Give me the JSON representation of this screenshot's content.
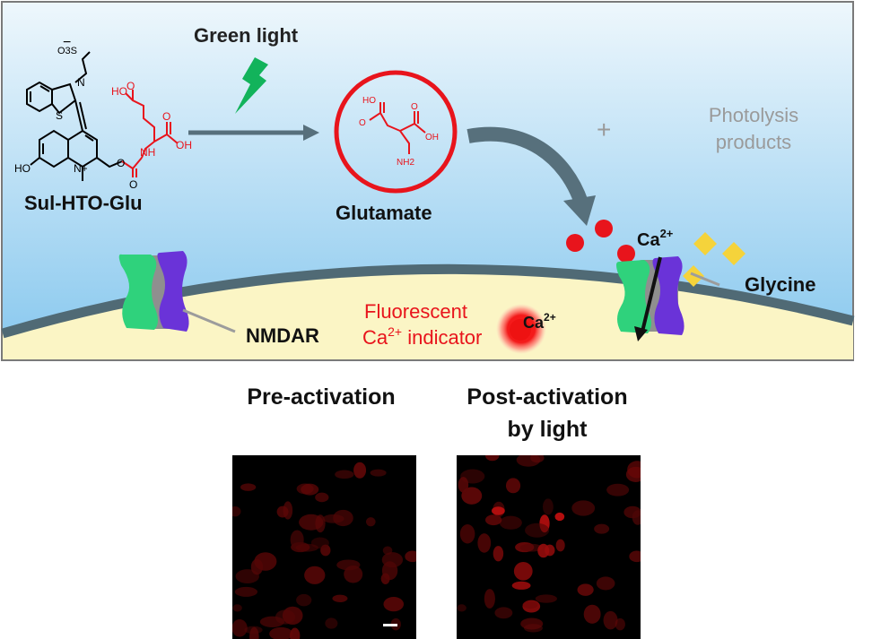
{
  "top_panel": {
    "compound_label": "Sul-HTO-Glu",
    "sulfonate_label": "O3S",
    "light_label": "Green light",
    "glutamate_label": "Glutamate",
    "plus_sign": "+",
    "photolysis_line1": "Photolysis",
    "photolysis_line2": "products",
    "ca_label_base": "Ca",
    "ca_label_sup": "2+",
    "glycine_label": "Glycine",
    "nmdar_label": "NMDAR",
    "indicator_line1": "Fluorescent",
    "indicator_line2_base": "Ca",
    "indicator_line2_sup": "2+",
    "indicator_line2_rest": " indicator",
    "indicator_ca_base": "Ca",
    "indicator_ca_sup": "2+",
    "chem_atoms": {
      "n": "N",
      "s": "S",
      "o": "O",
      "ho": "HO",
      "oh": "OH",
      "nh": "NH",
      "nh2": "NH2",
      "n_plus": "N+"
    }
  },
  "bottom_panel": {
    "pre_title": "Pre-activation",
    "post_title_line1": "Post-activation",
    "post_title_line2": "by light"
  },
  "colors": {
    "sky_top": "#e9f4fb",
    "sky_bottom": "#8fcbee",
    "cell": "#fbf5c3",
    "membrane": "#4f6873",
    "arrow": "#57707c",
    "red": "#e8141c",
    "bolt": "#11b35a",
    "receptor_green": "#2fd27c",
    "receptor_purple": "#6a33d8",
    "receptor_gray": "#8f8f8f",
    "glycine": "#f5d33b",
    "gray_text": "#9a9a9a"
  }
}
